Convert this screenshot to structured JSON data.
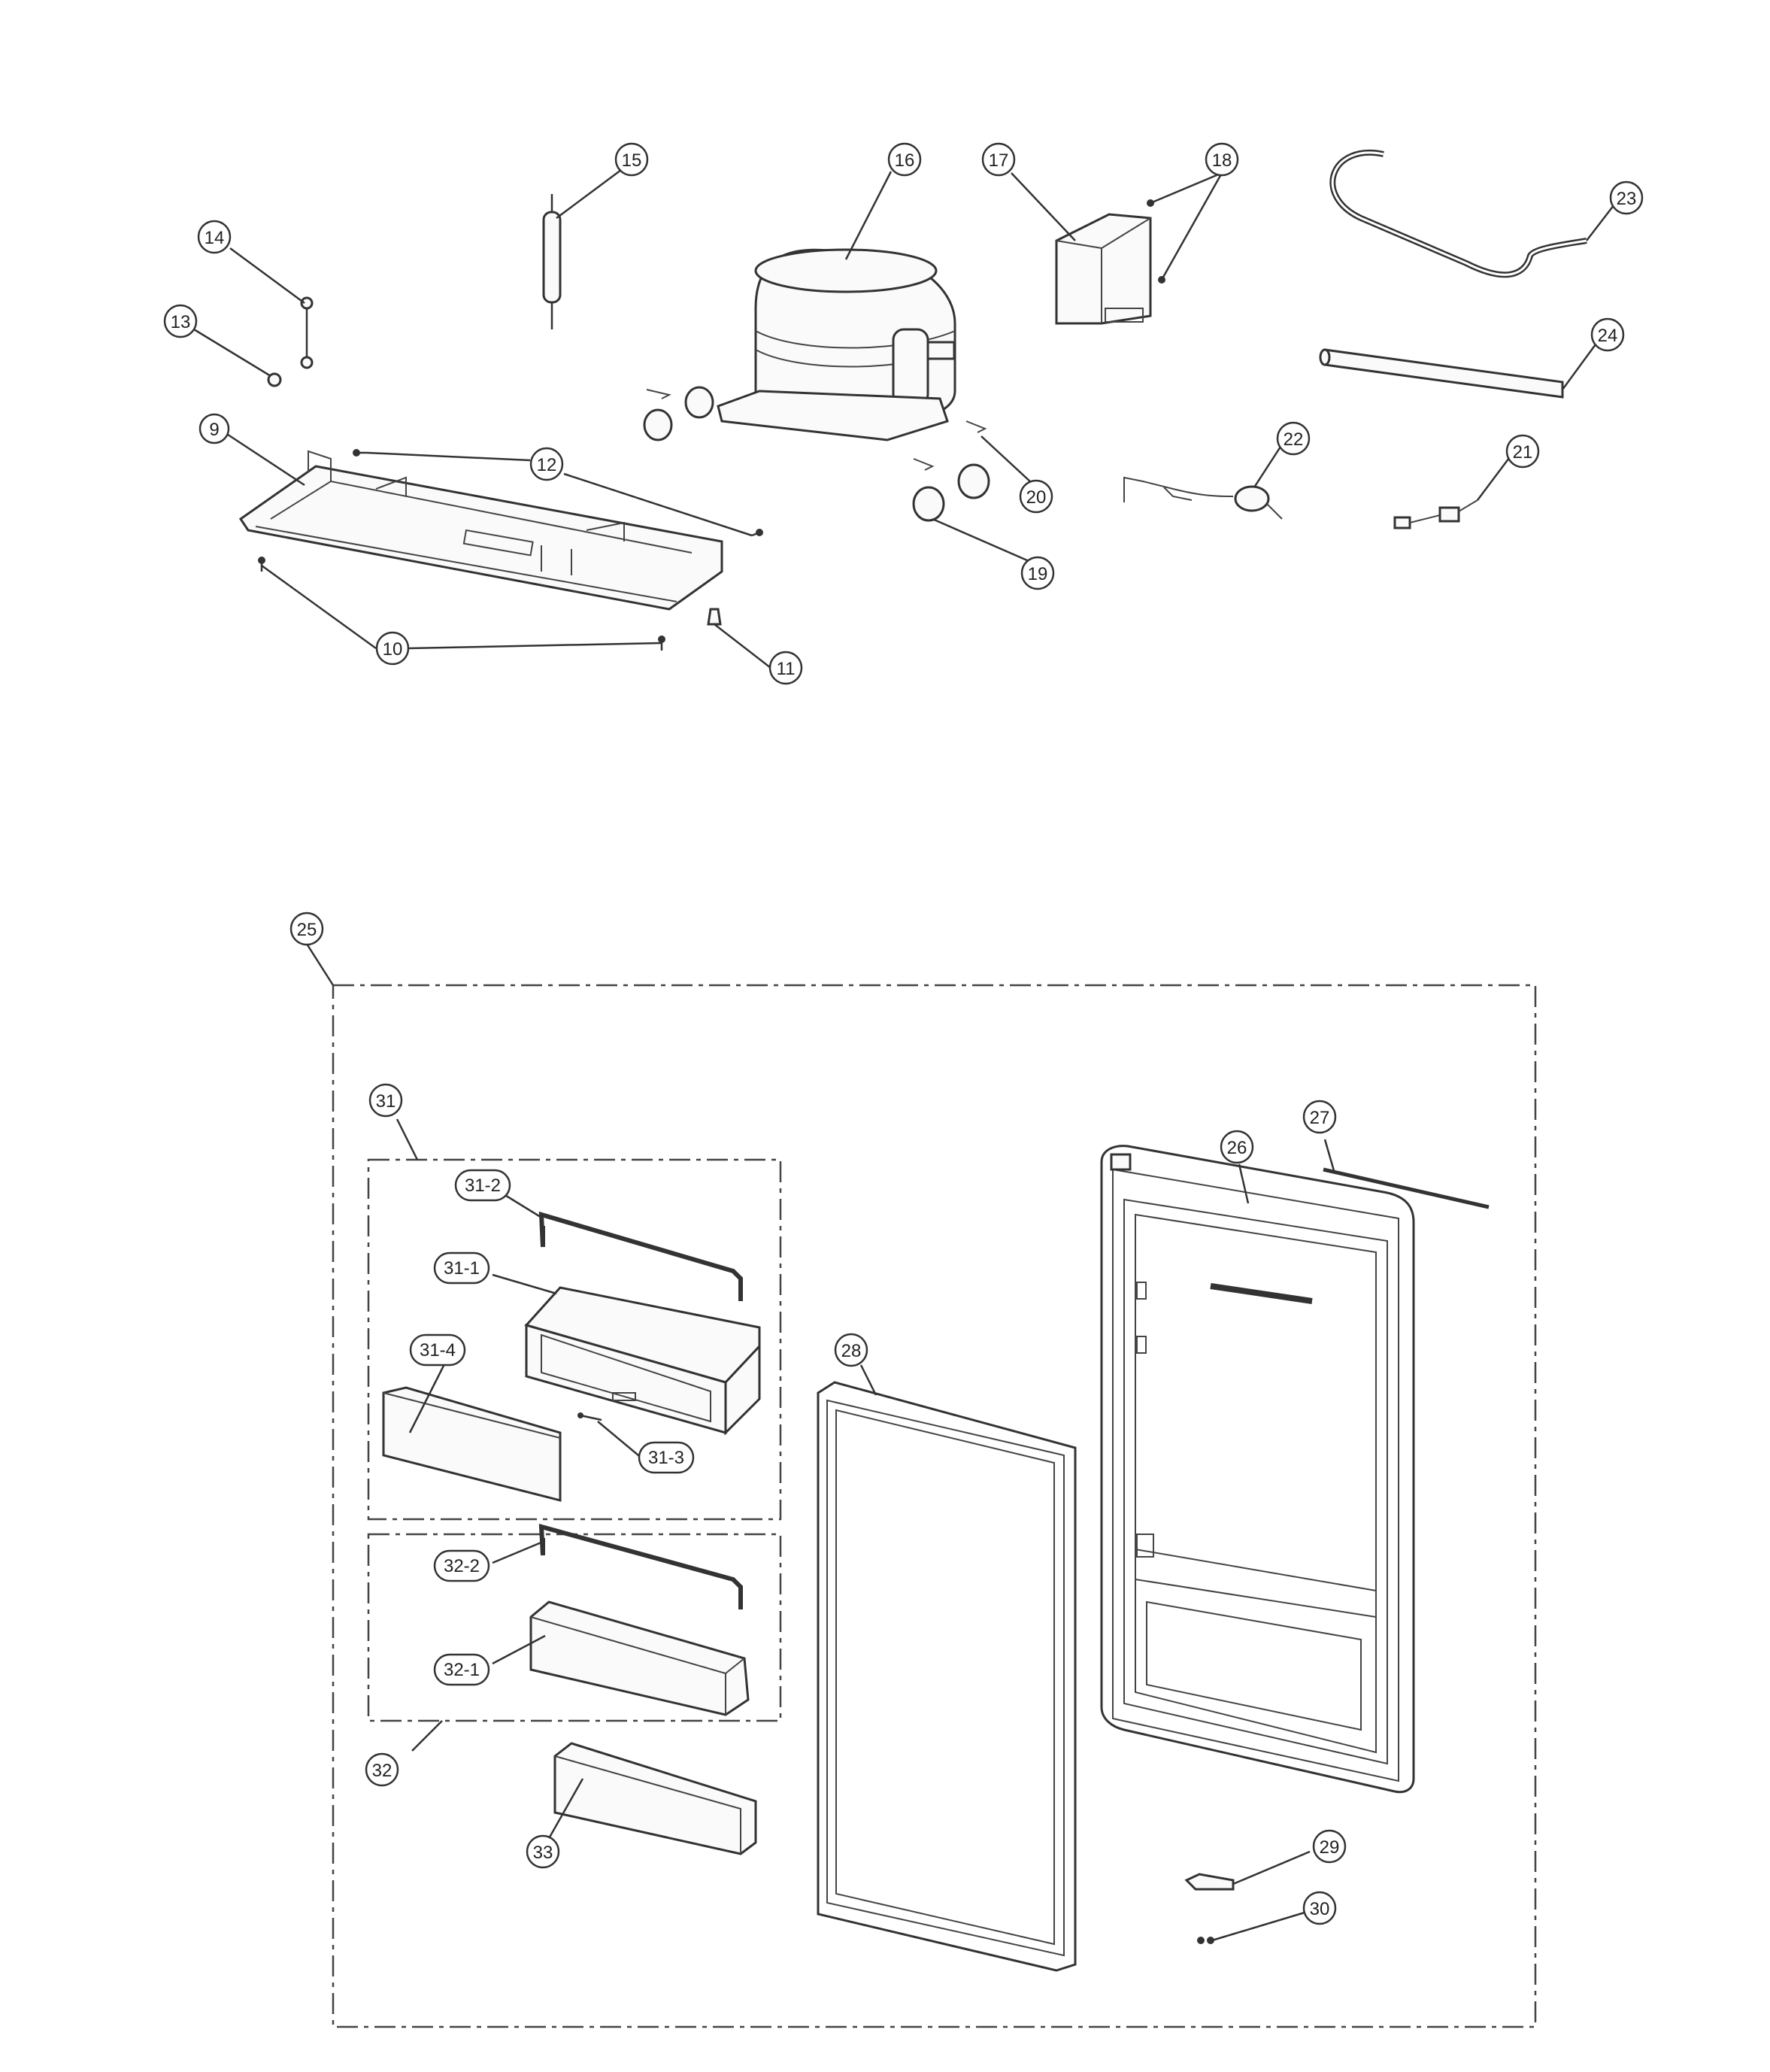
{
  "diagram": {
    "callouts": {
      "c9": "9",
      "c10": "10",
      "c11": "11",
      "c12": "12",
      "c13": "13",
      "c14": "14",
      "c15": "15",
      "c16": "16",
      "c17": "17",
      "c18": "18",
      "c19": "19",
      "c20": "20",
      "c21": "21",
      "c22": "22",
      "c23": "23",
      "c24": "24",
      "c25": "25",
      "c26": "26",
      "c27": "27",
      "c28": "28",
      "c29": "29",
      "c30": "30",
      "c31": "31",
      "c31_1": "31-1",
      "c31_2": "31-2",
      "c31_3": "31-3",
      "c31_4": "31-4",
      "c32": "32",
      "c32_1": "32-1",
      "c32_2": "32-2",
      "c33": "33"
    }
  }
}
